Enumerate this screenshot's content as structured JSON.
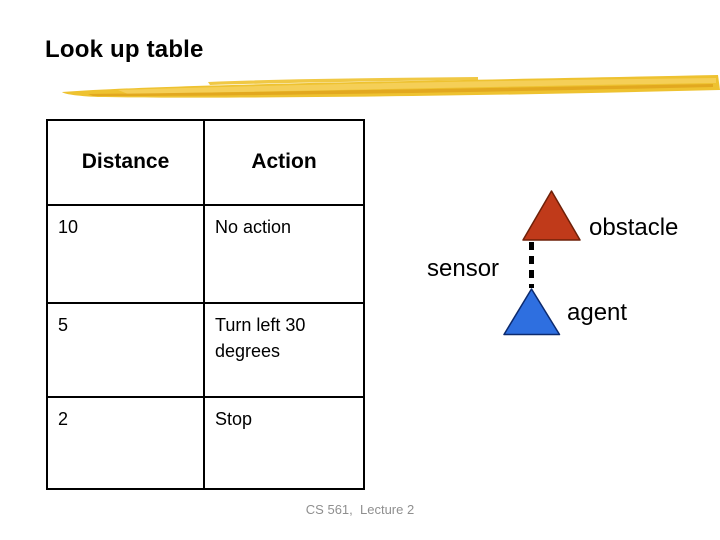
{
  "slide": {
    "title": "Look up table",
    "footer": "CS 561,  Lecture 2"
  },
  "lookup_table": {
    "headers": [
      "Distance",
      "Action"
    ],
    "rows": [
      {
        "distance": "10",
        "action": "No action"
      },
      {
        "distance": "5",
        "action": "Turn left 30 degrees"
      },
      {
        "distance": "2",
        "action": "Stop"
      }
    ]
  },
  "diagram": {
    "obstacle_label": "obstacle",
    "sensor_label": "sensor",
    "agent_label": "agent",
    "obstacle_color": "#c03a1a",
    "obstacle_outline": "#6e2008",
    "agent_color": "#2e6fe0",
    "agent_outline": "#0c2a6e",
    "sensor_line_color": "#000000"
  },
  "decor": {
    "brush_main": "#eec230",
    "brush_light": "#f6d15e",
    "brush_dark": "#dfa11c"
  }
}
